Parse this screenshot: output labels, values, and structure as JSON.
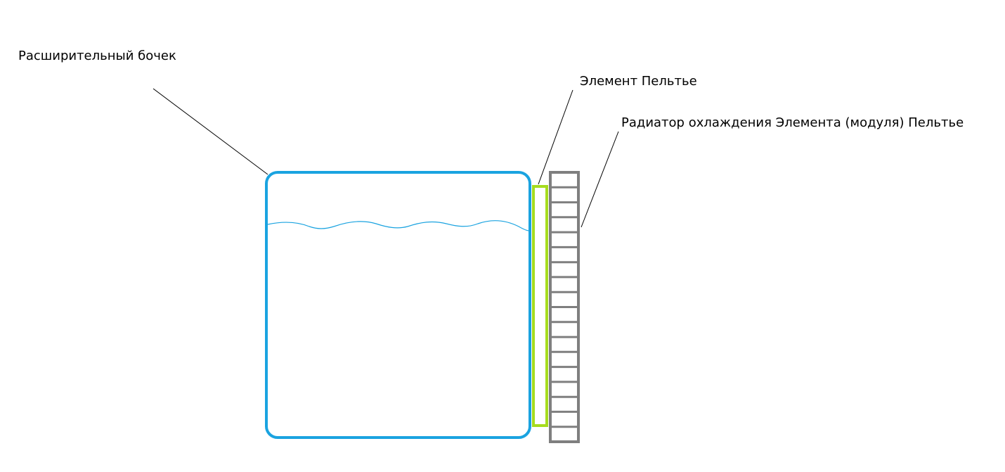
{
  "labels": {
    "tank": "Расширительный бочек",
    "peltier": "Элемент Пельтье",
    "radiator": "Радиатор охлаждения Элемента (модуля) Пельтье"
  },
  "colors": {
    "tank": "#1aa3e0",
    "peltier": "#a6dc1e",
    "radiator": "#7f7f7f",
    "leader": "#000000"
  },
  "radiator_fin_count": 17
}
